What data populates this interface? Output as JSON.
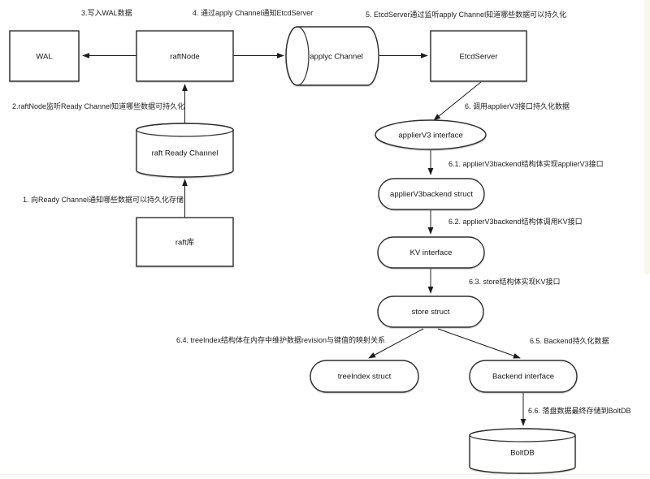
{
  "diagram": {
    "nodes": [
      {
        "id": "wal",
        "label": "WAL",
        "shape": "rect"
      },
      {
        "id": "raft-node",
        "label": "raftNode",
        "shape": "rect"
      },
      {
        "id": "applyc-channel",
        "label": "applyc Channel",
        "shape": "cylinder-horizontal"
      },
      {
        "id": "etcd-server",
        "label": "EtcdServer",
        "shape": "rect"
      },
      {
        "id": "raft-ready-channel",
        "label": "raft Ready Channel",
        "shape": "cylinder-vertical"
      },
      {
        "id": "raft-lib",
        "label": "raft库",
        "shape": "rect"
      },
      {
        "id": "applierv3-interface",
        "label": "applierV3 interface",
        "shape": "ellipse"
      },
      {
        "id": "applierv3backend-struct",
        "label": "applierV3backend struct",
        "shape": "rounded-rect"
      },
      {
        "id": "kv-interface",
        "label": "KV interface",
        "shape": "rounded-rect"
      },
      {
        "id": "store-struct",
        "label": "store struct",
        "shape": "rounded-rect"
      },
      {
        "id": "treeindex-struct",
        "label": "treeIndex struct",
        "shape": "rounded-rect"
      },
      {
        "id": "backend-interface",
        "label": "Backend interface",
        "shape": "rounded-rect"
      },
      {
        "id": "boltdb",
        "label": "BoltDB",
        "shape": "cylinder-vertical"
      }
    ],
    "annotations": [
      {
        "id": "step-1",
        "text": "1. 向Ready Channel通知哪些数据可以持久化存储"
      },
      {
        "id": "step-2",
        "text": "2.raftNode监听Ready Channel知道哪些数据可持久化"
      },
      {
        "id": "step-3",
        "text": "3.写入WAL数据"
      },
      {
        "id": "step-4",
        "text": "4. 通过apply Channel通知EtcdServer"
      },
      {
        "id": "step-5",
        "text": "5. EtcdServer通过监听apply Channel知道哪些数据可以持久化"
      },
      {
        "id": "step-6",
        "text": "6. 调用applierV3接口持久化数据"
      },
      {
        "id": "step-6-1",
        "text": "6.1. applierV3backend结构体实现applierV3接口"
      },
      {
        "id": "step-6-2",
        "text": "6.2. applierV3backend结构体调用KV接口"
      },
      {
        "id": "step-6-3",
        "text": "6.3. store结构体实现KV接口"
      },
      {
        "id": "step-6-4",
        "text": "6.4. treeIndex结构体在内存中维护数据revision与键值的映射关系"
      },
      {
        "id": "step-6-5",
        "text": "6.5. Backend持久化数据"
      },
      {
        "id": "step-6-6",
        "text": "6.6. 落盘数据最终存储到BoltDB"
      }
    ],
    "colors": {
      "stroke": "#2e2e2e",
      "shape_fill": "#ffffff",
      "text": "#1d1d1d",
      "background": "#ffffff",
      "page_edge_strip": "#f7f7ee"
    }
  }
}
